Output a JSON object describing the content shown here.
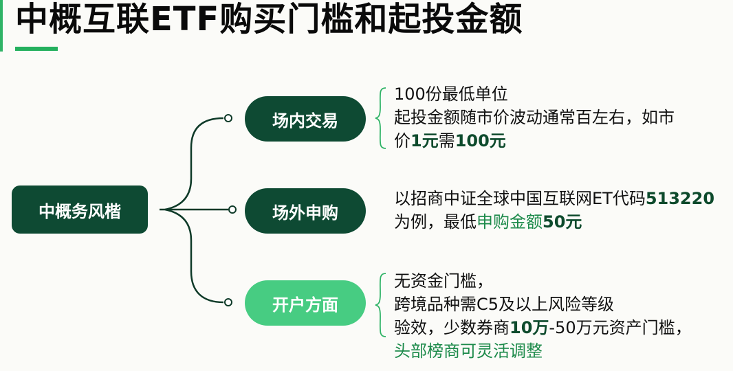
{
  "title": "中概互联ETF购买门槛和起投金额",
  "colors": {
    "accent": "#24b05e",
    "dark_green": "#0e4a33",
    "light_green": "#47cc82",
    "highlight_dark": "#0d4a2c",
    "highlight_green": "#1c8a4a"
  },
  "root": {
    "label": "中概务风楷"
  },
  "branches": [
    {
      "label": "场内交易",
      "lines": [
        {
          "segments": [
            {
              "text": "100份最低单位"
            }
          ]
        },
        {
          "segments": [
            {
              "text": "起投金额随市价波动通常百左右，如市"
            }
          ]
        },
        {
          "segments": [
            {
              "text": "价"
            },
            {
              "text": "1元",
              "style": "bold"
            },
            {
              "text": "需"
            },
            {
              "text": "100元",
              "style": "bold"
            }
          ]
        }
      ]
    },
    {
      "label": "场外申购",
      "lines": [
        {
          "segments": [
            {
              "text": "以招商中证全球中国互联网ET代码"
            },
            {
              "text": "513220",
              "style": "bold"
            }
          ]
        },
        {
          "segments": [
            {
              "text": "为例，最低"
            },
            {
              "text": "申购金额",
              "style": "green"
            },
            {
              "text": "50元",
              "style": "bold"
            }
          ]
        }
      ]
    },
    {
      "label": "开户方面",
      "lines": [
        {
          "segments": [
            {
              "text": "无资金门槛，"
            }
          ]
        },
        {
          "segments": [
            {
              "text": "跨境品种需C5及以上风险等级"
            }
          ]
        },
        {
          "segments": [
            {
              "text": "验效，少数券商"
            },
            {
              "text": "10万",
              "style": "bold"
            },
            {
              "text": "-50万元资产门槛，"
            }
          ]
        },
        {
          "segments": [
            {
              "text": "头部榜商可灵活调整",
              "style": "green"
            }
          ]
        }
      ]
    }
  ]
}
